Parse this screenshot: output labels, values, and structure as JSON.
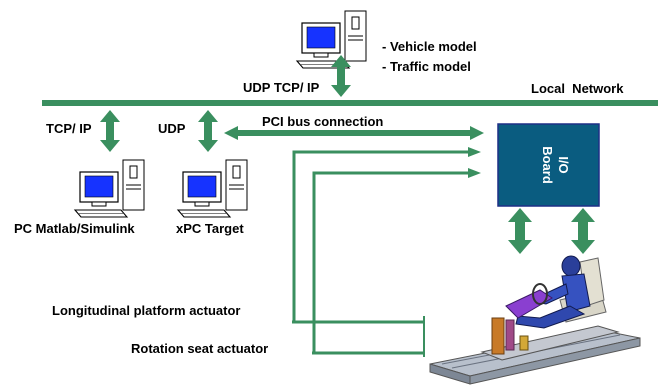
{
  "network": {
    "label": "Local  Network",
    "server_protocol": "UDP TCP/ IP",
    "line_color": "#3a8f5f"
  },
  "server": {
    "icon": "desktop-computer-icon",
    "roles": [
      "- Vehicle model",
      "- Traffic model"
    ]
  },
  "host_pc": {
    "icon": "desktop-computer-icon",
    "protocol": "TCP/ IP",
    "label": "PC Matlab/Simulink"
  },
  "target_pc": {
    "icon": "desktop-computer-icon",
    "protocol": "UDP",
    "label": "xPC Target"
  },
  "pci_bus": {
    "label": "PCI bus connection"
  },
  "io_board": {
    "label_line1": "I/O",
    "label_line2": "Board",
    "fill": "#0a5c80",
    "border": "#1d2f86"
  },
  "actuators": [
    {
      "label": "Longitudinal platform actuator"
    },
    {
      "label": "Rotation seat actuator"
    }
  ],
  "simulator": {
    "icon": "driving-simulator-platform-illustration"
  }
}
